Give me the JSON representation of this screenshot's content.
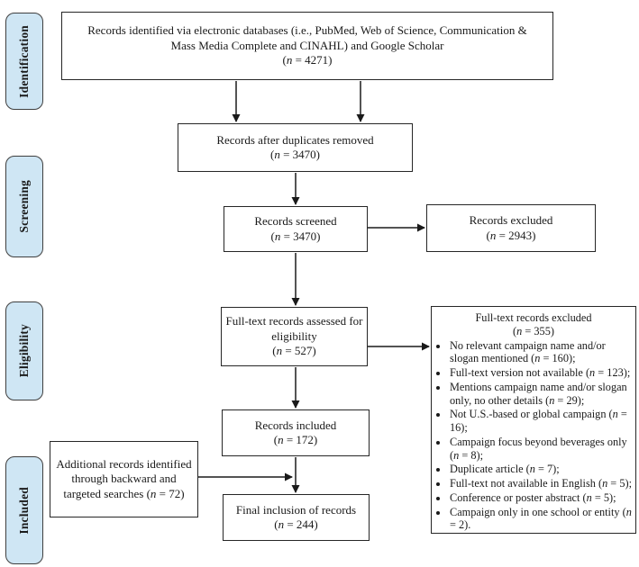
{
  "n_format": {
    "open": "(",
    "open_inline": " (",
    "symbol": "n",
    "eq": " = ",
    "close": ")"
  },
  "stages": {
    "identification": "Identification",
    "screening": "Screening",
    "eligibility": "Eligibility",
    "included": "Included"
  },
  "boxes": {
    "identified": {
      "text": "Records identified via electronic databases (i.e., PubMed, Web of Science, Communication & Mass Media Complete and CINAHL) and Google Scholar",
      "n": "4271"
    },
    "duplicates_removed": {
      "text": "Records after duplicates removed",
      "n": "3470"
    },
    "screened": {
      "text": "Records screened",
      "n": "3470"
    },
    "excluded": {
      "text": "Records excluded",
      "n": "2943"
    },
    "fulltext_assessed": {
      "text": "Full-text records assessed for eligibility",
      "n": "527"
    },
    "included": {
      "text": "Records included",
      "n": "172"
    },
    "additional": {
      "text": "Additional records identified through backward and targeted searches",
      "n": "72"
    },
    "final": {
      "text": "Final inclusion of records",
      "n": "244"
    }
  },
  "exclusion_box": {
    "title": "Full-text records excluded",
    "n": "355",
    "bullets": [
      {
        "text": "No relevant campaign name and/or slogan mentioned",
        "n": "160",
        "tail": ";"
      },
      {
        "text": "Full-text version not available",
        "n": "123",
        "tail": ";"
      },
      {
        "text": "Mentions campaign name and/or slogan only, no other details",
        "n": "29",
        "tail": ";"
      },
      {
        "text": "Not U.S.-based or global campaign",
        "n": "16",
        "tail": ";"
      },
      {
        "text": "Campaign focus beyond beverages only",
        "n": "8",
        "tail": ";"
      },
      {
        "text": "Duplicate article",
        "n": "7",
        "tail": ";"
      },
      {
        "text": "Full-text not available in English",
        "n": "5",
        "tail": ";"
      },
      {
        "text": "Conference or poster abstract",
        "n": "5",
        "tail": ";"
      },
      {
        "text": "Campaign only in one school or entity",
        "n": "2",
        "tail": "."
      }
    ]
  },
  "colors": {
    "stage_fill": "#cfe6f4",
    "stage_border": "#3f3f3f",
    "box_border": "#262626",
    "arrow": "#1a1a1a",
    "background": "#ffffff"
  }
}
